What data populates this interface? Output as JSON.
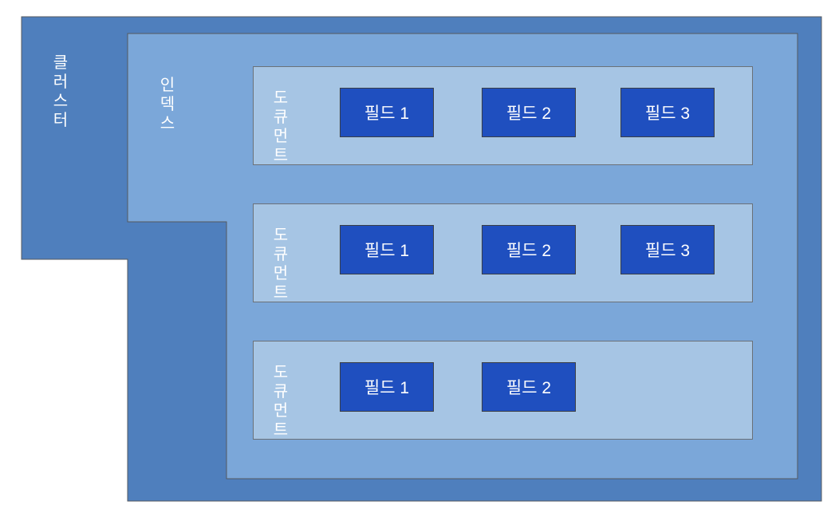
{
  "colors": {
    "cluster": "#4f7fbd",
    "index": "#7ba7d9",
    "document": "#a6c5e4",
    "field": "#1f4fbf"
  },
  "cluster": {
    "label": "클러스터"
  },
  "index": {
    "label": "인덱스"
  },
  "documents": [
    {
      "label": "도큐먼트",
      "fields": [
        "필드 1",
        "필드 2",
        "필드 3"
      ]
    },
    {
      "label": "도큐먼트",
      "fields": [
        "필드 1",
        "필드 2",
        "필드 3"
      ]
    },
    {
      "label": "도큐먼트",
      "fields": [
        "필드 1",
        "필드 2"
      ]
    }
  ]
}
